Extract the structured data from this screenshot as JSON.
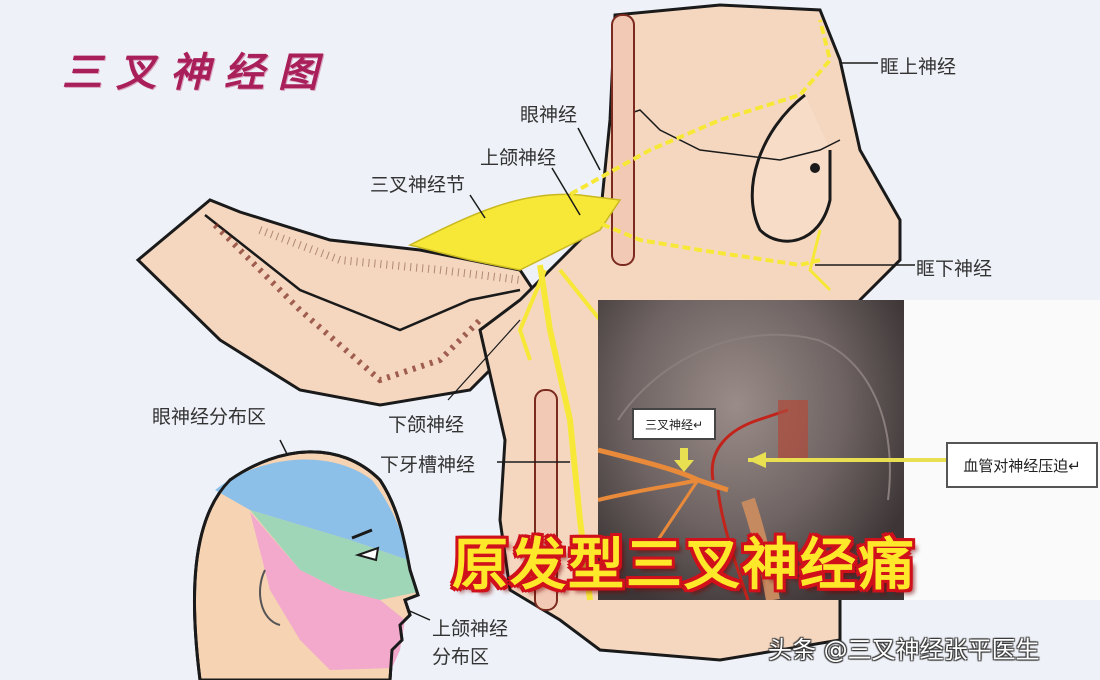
{
  "diagram": {
    "title": "三叉神经图",
    "labels": {
      "ophthalmic_nerve": "眼神经",
      "maxillary_nerve": "上颌神经",
      "trigeminal_ganglion": "三叉神经节",
      "supraorbital_nerve": "眶上神经",
      "infraorbital_nerve": "眶下神经",
      "mandibular_nerve": "下颌神经",
      "inferior_alveolar_nerve": "下牙槽神经",
      "ophthalmic_distribution": "眼神经分布区",
      "maxillary_distribution_line1": "上颌神经",
      "maxillary_distribution_line2": "分布区"
    },
    "face_regions": [
      {
        "name": "ophthalmic",
        "color": "#8cc0e8"
      },
      {
        "name": "maxillary",
        "color": "#9fd6b8"
      },
      {
        "name": "mandibular",
        "color": "#f2a9cc"
      },
      {
        "name": "scalp",
        "color": "#f6d3b3"
      }
    ],
    "colors": {
      "nerve": "#f7e838",
      "bone": "#f5d7c0",
      "outline": "#1a1a1a",
      "title": "#a81f5a",
      "background": "#eef2f8"
    }
  },
  "inset": {
    "nerve_label": "三叉神经↵",
    "callout": "血管对神经压迫↵"
  },
  "headline": "原发型三叉神经痛",
  "watermark": "头条 @三叉神经张平医生"
}
